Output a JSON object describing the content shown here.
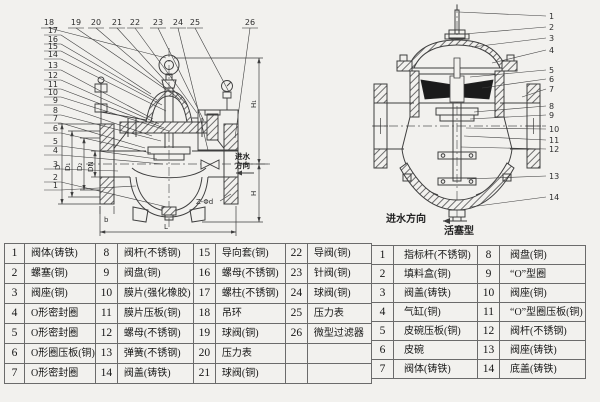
{
  "colors": {
    "paper": "#f2f1ee",
    "ink": "#3e3e3e"
  },
  "left_diagram": {
    "top_callouts": [
      "18",
      "19",
      "20",
      "21",
      "22",
      "23",
      "24",
      "25",
      "26"
    ],
    "side_callouts": [
      "17",
      "16",
      "15",
      "14",
      "13",
      "12",
      "11",
      "10",
      "9",
      "8",
      "7",
      "6",
      "5",
      "4",
      "3",
      "2",
      "1"
    ],
    "dims": {
      "L": "L",
      "H": "H",
      "H1": "H₁",
      "D": "D",
      "D1": "D₁",
      "D2": "D₂",
      "DN": "DN",
      "b": "b",
      "bolt_holes": "Z-Φd"
    },
    "inlet_line1": "进水",
    "inlet_line2": "方向"
  },
  "right_diagram": {
    "callouts": [
      "1",
      "2",
      "3",
      "4",
      "5",
      "6",
      "7",
      "8",
      "9",
      "10",
      "11",
      "12",
      "13",
      "14"
    ],
    "inlet_label": "进水方向",
    "type_label": "活塞型"
  },
  "left_table": {
    "rows": [
      {
        "c0": "1",
        "c1": "阀体(铸铁)",
        "c2": "8",
        "c3": "阀杆(不锈钢)",
        "c4": "15",
        "c5": "导向套(铜)",
        "c6": "22",
        "c7": "导阀(铜)"
      },
      {
        "c0": "2",
        "c1": "螺塞(铜)",
        "c2": "9",
        "c3": "阀盘(铜)",
        "c4": "16",
        "c5": "螺母(不锈钢)",
        "c6": "23",
        "c7": "针阀(铜)"
      },
      {
        "c0": "3",
        "c1": "阀座(铜)",
        "c2": "10",
        "c3": "膜片(强化橡胶)",
        "c4": "17",
        "c5": "螺柱(不锈钢)",
        "c6": "24",
        "c7": "球阀(铜)"
      },
      {
        "c0": "4",
        "c1": "O形密封圈",
        "c2": "11",
        "c3": "膜片压板(铜)",
        "c4": "18",
        "c5": "吊环",
        "c6": "25",
        "c7": "压力表"
      },
      {
        "c0": "5",
        "c1": "O形密封圈",
        "c2": "12",
        "c3": "螺母(不锈钢)",
        "c4": "19",
        "c5": "球阀(铜)",
        "c6": "26",
        "c7": "微型过滤器"
      },
      {
        "c0": "6",
        "c1": "O形圈压板(铜)",
        "c2": "13",
        "c3": "弹簧(不锈钢)",
        "c4": "20",
        "c5": "压力表",
        "c6": "",
        "c7": ""
      },
      {
        "c0": "7",
        "c1": "O形密封圈",
        "c2": "14",
        "c3": "阀盖(铸铁)",
        "c4": "21",
        "c5": "球阀(铜)",
        "c6": "",
        "c7": ""
      }
    ]
  },
  "right_table": {
    "rows": [
      {
        "c0": "1",
        "c1": "指标杆(不锈钢)",
        "c2": "8",
        "c3": "阀盘(铜)"
      },
      {
        "c0": "2",
        "c1": "填料盒(铜)",
        "c2": "9",
        "c3": "“O”型圈"
      },
      {
        "c0": "3",
        "c1": "阀盖(铸铁)",
        "c2": "10",
        "c3": "阀座(铜)"
      },
      {
        "c0": "4",
        "c1": "气缸(铜)",
        "c2": "11",
        "c3": "“O”型圈压板(铜)"
      },
      {
        "c0": "5",
        "c1": "皮碗压板(铜)",
        "c2": "12",
        "c3": "阀杆(不锈钢)"
      },
      {
        "c0": "6",
        "c1": "皮碗",
        "c2": "13",
        "c3": "阀座(铸铁)"
      },
      {
        "c0": "7",
        "c1": "阀体(铸铁)",
        "c2": "14",
        "c3": "底盖(铸铁)"
      }
    ]
  }
}
